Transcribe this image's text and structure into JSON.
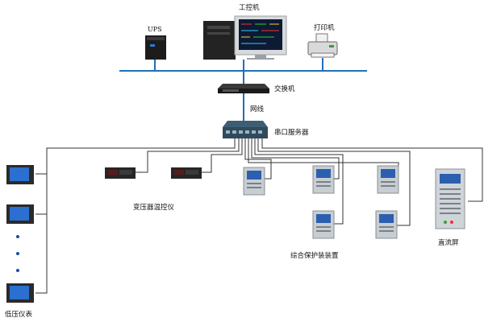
{
  "labels": {
    "ipc": "工控机",
    "ups": "UPS",
    "printer": "打印机",
    "switch": "交换机",
    "network_cable": "网线",
    "serial_server": "串口服务器",
    "transformer_monitor": "变压器温控仪",
    "protection_devices": "综合保护装装置",
    "dc_panel": "直流屏",
    "low_voltage_meters": "低压仪表"
  },
  "colors": {
    "network_line": "#1f6fb5",
    "wire": "#333333",
    "device_gray": "#c8cdd2",
    "device_screen": "#2b5fb0",
    "dark_device": "#2a2a2a",
    "dot_blue": "#1a4fa0"
  },
  "icons": {
    "ipc": "desktop-computer-icon",
    "ups": "ups-box-icon",
    "printer": "printer-icon",
    "switch": "network-switch-icon",
    "serial_server": "serial-device-server-icon",
    "transformer_monitor": "panel-meter-icon",
    "protection_device": "protection-relay-icon",
    "dc_panel": "dc-cabinet-icon",
    "low_voltage_meter": "multifunction-meter-icon"
  }
}
